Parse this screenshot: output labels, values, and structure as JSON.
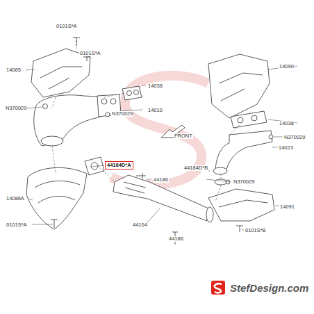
{
  "diagram": {
    "nodes": [
      {
        "text": [
          "44184D*A"
        ]
      }
    ],
    "labels": [
      "0101S*A",
      "0101S*A",
      "14065",
      "14038",
      "N370029",
      "14010",
      "N370029",
      "FRONT",
      "14090",
      "14038",
      "N370029",
      "14023",
      "44184D*B",
      "N370029",
      "44186",
      "14086A",
      "44104",
      "14091",
      "0101S*A",
      "44186",
      "0101S*B",
      "StefDesign.com"
    ]
  }
}
